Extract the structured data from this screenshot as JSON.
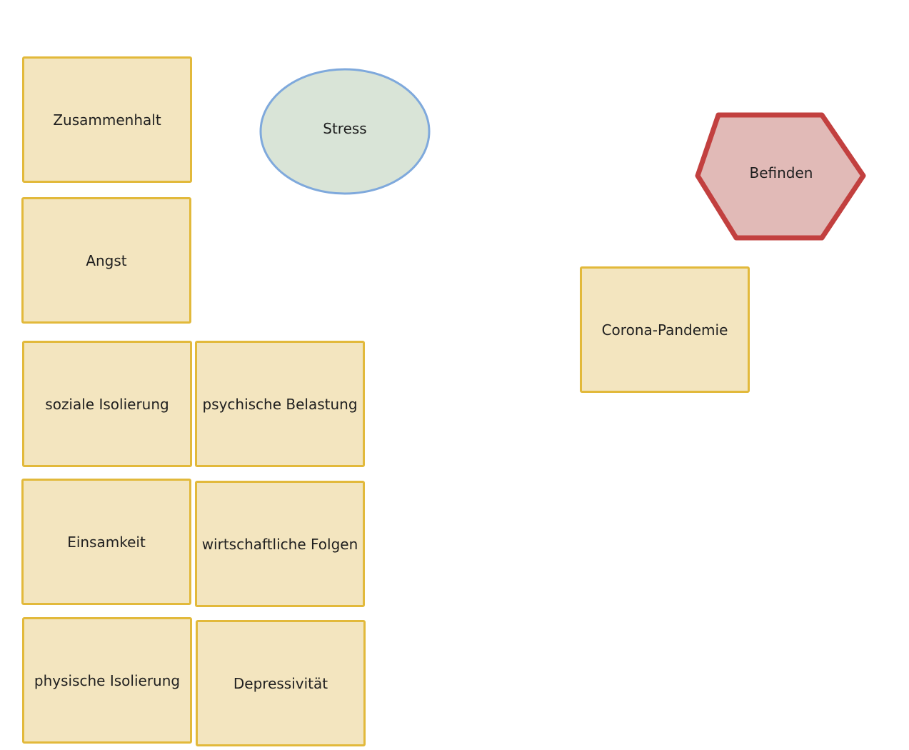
{
  "diagram": {
    "nodes": {
      "zusammenhalt": {
        "label": "Zusammenhalt",
        "shape": "rectangle"
      },
      "angst": {
        "label": "Angst",
        "shape": "rectangle"
      },
      "soziale_isolierung": {
        "label": "soziale Isolierung",
        "shape": "rectangle"
      },
      "psychische_belastung": {
        "label": "psychische Belastung",
        "shape": "rectangle"
      },
      "einsamkeit": {
        "label": "Einsamkeit",
        "shape": "rectangle"
      },
      "wirtschaftliche_folgen": {
        "label": "wirtschaftliche Folgen",
        "shape": "rectangle"
      },
      "physische_isolierung": {
        "label": "physische Isolierung",
        "shape": "rectangle"
      },
      "depressivitaet": {
        "label": "Depressivität",
        "shape": "rectangle"
      },
      "corona_pandemie": {
        "label": "Corona-Pandemie",
        "shape": "rectangle"
      },
      "stress": {
        "label": "Stress",
        "shape": "ellipse"
      },
      "befinden": {
        "label": "Befinden",
        "shape": "hexagon"
      }
    },
    "colors": {
      "rectangle_fill": "#f3e5bf",
      "rectangle_border": "#e2b93b",
      "ellipse_fill": "#d9e4d7",
      "ellipse_border": "#7fa9dc",
      "hexagon_fill": "#e1bab7",
      "hexagon_border": "#c2403f"
    }
  }
}
